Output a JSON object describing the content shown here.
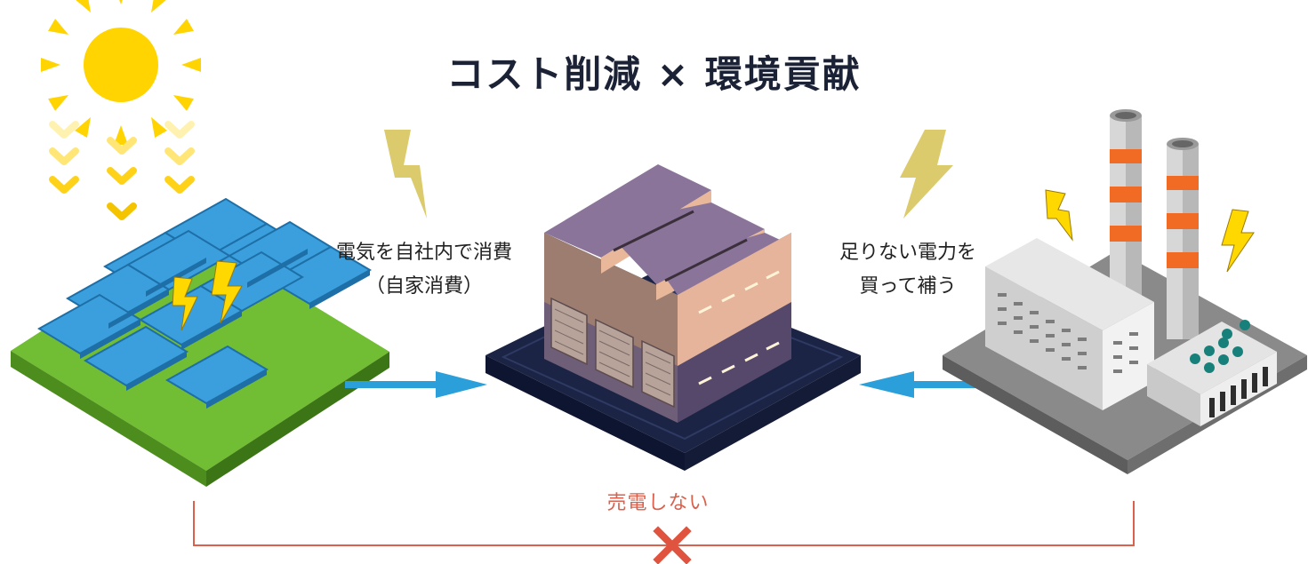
{
  "title": "コスト削減 × 環境貢献",
  "self_consumption": {
    "line1": "電気を自社内で消費",
    "line2": "（自家消費）"
  },
  "purchase": {
    "line1": "足りない電力を",
    "line2": "買って補う"
  },
  "no_sell_label": "売電しない",
  "colors": {
    "arrow": "#2a9fd9",
    "no_sell": "#d9614e",
    "sun": "#ffd400",
    "title": "#1b2236",
    "grass": "#6cb82f",
    "panel": "#3a9fdc",
    "bolt": "#ffd800",
    "faded_bolt": "#dccb6c",
    "factory_base": "#1b2444",
    "chimney_stripe": "#f26b25"
  },
  "icons": [
    "sun-icon",
    "sunlight-chevron-icon",
    "solar-panel-field-icon",
    "lightning-bolt-icon",
    "factory-icon",
    "power-plant-icon",
    "right-arrow-icon",
    "left-arrow-icon",
    "cross-x-icon"
  ]
}
